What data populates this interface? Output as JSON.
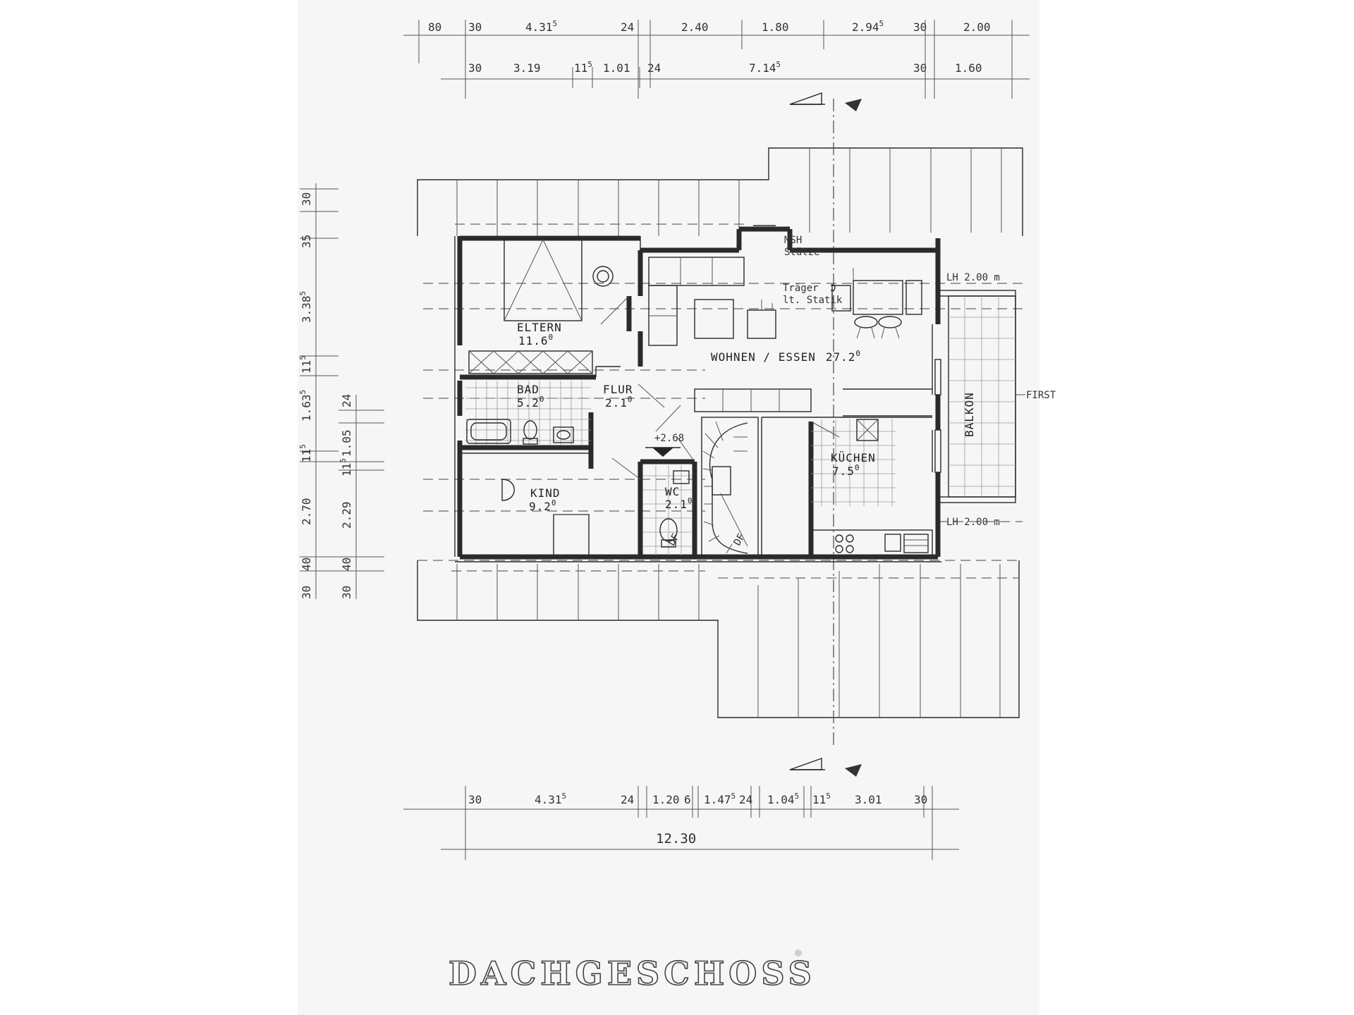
{
  "drawing_title": "DACHGESCHOSS",
  "rooms": {
    "eltern": {
      "name": "ELTERN",
      "area": "11.6",
      "area_sup": "0"
    },
    "bad": {
      "name": "BAD",
      "area": "5.2",
      "area_sup": "0"
    },
    "flur": {
      "name": "FLUR",
      "area": "2.1",
      "area_sup": "0"
    },
    "kind": {
      "name": "KIND",
      "area": "9.2",
      "area_sup": "0"
    },
    "wc": {
      "name": "WC",
      "area": "2.1",
      "area_sup": "0"
    },
    "wohnen": {
      "name": "WOHNEN / ESSEN",
      "area": "27.2",
      "area_sup": "0"
    },
    "kuechen": {
      "name": "KÜCHEN",
      "area": "7.5",
      "area_sup": "0"
    },
    "balkon": {
      "name": "BALKON"
    }
  },
  "annotations": {
    "msh": "MSH",
    "stuetze": "Stütze",
    "traeger": "Träger",
    "statik": "lt. Statik",
    "lh_top": "LH 2.00 m",
    "lh_bottom": "LH 2.00 m",
    "first": "FIRST",
    "level": "+2.68",
    "stair_label": "DF"
  },
  "dimensions": {
    "top_row1": [
      {
        "t": "80"
      },
      {
        "t": "30"
      },
      {
        "t": "4.31",
        "s": "5"
      },
      {
        "t": "24"
      },
      {
        "t": "2.40"
      },
      {
        "t": "1.80"
      },
      {
        "t": "2.94",
        "s": "5"
      },
      {
        "t": "30"
      },
      {
        "t": "2.00"
      }
    ],
    "top_row2": [
      {
        "t": "30"
      },
      {
        "t": "3.19"
      },
      {
        "t": "11",
        "s": "5"
      },
      {
        "t": "1.01"
      },
      {
        "t": "24"
      },
      {
        "t": "7.14",
        "s": "5"
      },
      {
        "t": "30"
      },
      {
        "t": "1.60"
      }
    ],
    "bottom_row1": [
      {
        "t": "30"
      },
      {
        "t": "4.31",
        "s": "5"
      },
      {
        "t": "24"
      },
      {
        "t": "1.20"
      },
      {
        "t": "6"
      },
      {
        "t": "1.47",
        "s": "5"
      },
      {
        "t": "24"
      },
      {
        "t": "1.04",
        "s": "5"
      },
      {
        "t": "11",
        "s": "5"
      },
      {
        "t": "3.01"
      },
      {
        "t": "30"
      }
    ],
    "bottom_total": "12.30",
    "left_outer": [
      {
        "t": "30"
      },
      {
        "t": "35"
      },
      {
        "t": "3.38",
        "s": "5"
      },
      {
        "t": "11",
        "s": "5"
      },
      {
        "t": "1.63",
        "s": "5"
      },
      {
        "t": "11",
        "s": "5"
      },
      {
        "t": "2.70"
      },
      {
        "t": "40"
      },
      {
        "t": "30"
      }
    ],
    "left_inner": [
      {
        "t": "24"
      },
      {
        "t": "1.05"
      },
      {
        "t": "11",
        "s": "5"
      },
      {
        "t": "2.29"
      },
      {
        "t": "40"
      },
      {
        "t": "30"
      }
    ]
  }
}
